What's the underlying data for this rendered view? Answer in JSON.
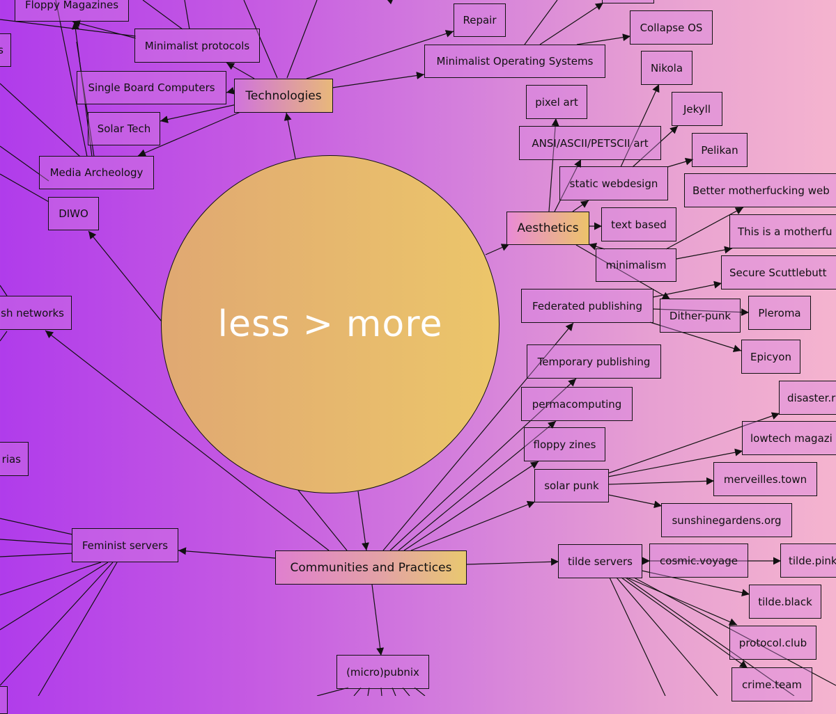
{
  "center_label": "less > more",
  "hubs": {
    "technologies": "Technologies",
    "aesthetics": "Aesthetics",
    "communities": "Communities and Practices"
  },
  "nodes": {
    "floppy_magazines": "Floppy Magazines",
    "minimalist_protocols": "Minimalist protocols",
    "single_board_computers": "Single Board Computers",
    "solar_tech": "Solar Tech",
    "media_archeology": "Media Archeology",
    "diwo": "DIWO",
    "mesh_networks": "sh networks",
    "left_s": "s",
    "rias": "rias",
    "feminist_servers": "Feminist servers",
    "repair": "Repair",
    "collapse_os": "Collapse OS",
    "minimalist_os": "Minimalist Operating Systems",
    "nikola": "Nikola",
    "pixel_art": "pixel art",
    "jekyll": "Jekyll",
    "ansi_art": "ANSI/ASCII/PETSCII art",
    "pelikan": "Pelikan",
    "static_webdesign": "static webdesign",
    "better_mf": "Better motherfucking web",
    "text_based": "text based",
    "this_is_mf": "This is a motherfu",
    "minimalism": "minimalism",
    "secure_scuttlebutt": "Secure Scuttlebutt",
    "federated_publishing": "Federated publishing",
    "dither_punk": "Dither-punk",
    "pleroma": "Pleroma",
    "epicyon": "Epicyon",
    "temporary_publishing": "Temporary publishing",
    "permacomputing": "permacomputing",
    "disaster": "disaster.r",
    "floppy_zines": "floppy zines",
    "lowtech_magazine": "lowtech magazi",
    "solar_punk": "solar punk",
    "merveilles": "merveilles.town",
    "sunshinegardens": "sunshinegardens.org",
    "tilde_servers": "tilde servers",
    "cosmic_voyage": "cosmic.voyage",
    "tilde_pink": "tilde.pink",
    "tilde_black": "tilde.black",
    "protocol_club": "protocol.club",
    "crime_team": "crime.team",
    "micro_pubnix": "(micro)pubnix"
  }
}
